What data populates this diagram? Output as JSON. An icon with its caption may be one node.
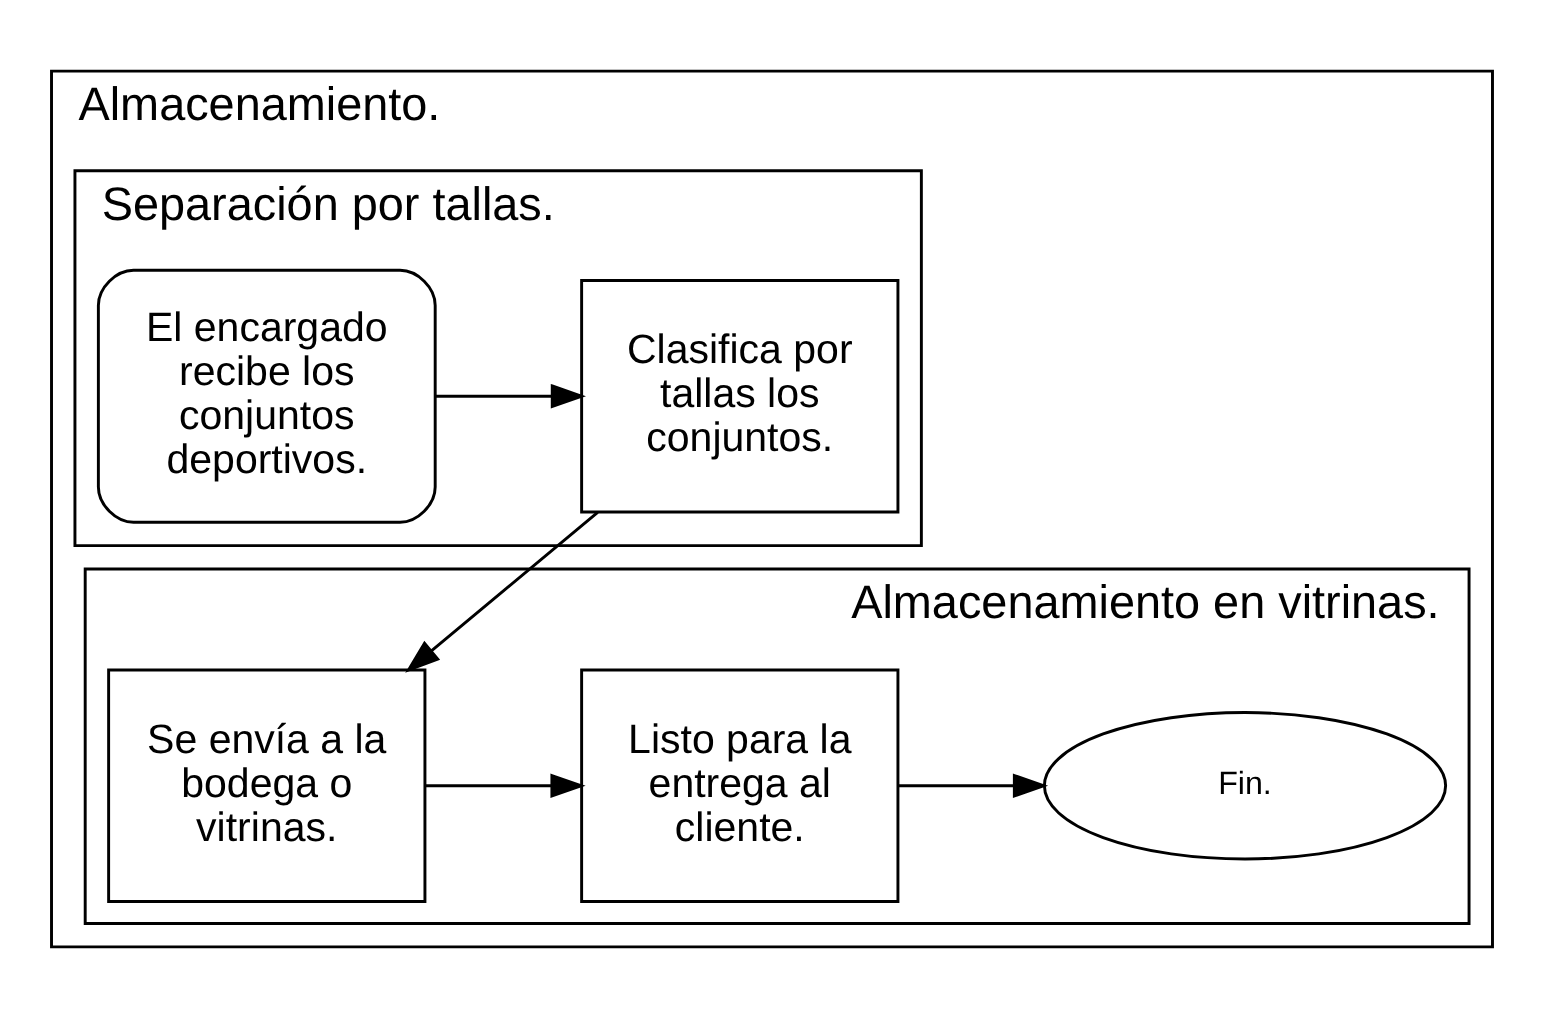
{
  "diagram": {
    "nodes": [
      {
        "text": [
          "Almacenamiento."
        ]
      },
      {
        "text": [
          "Separación por tallas."
        ],
        "in": 0
      },
      {
        "text": [
          "El encargado recibe los conjuntos deportivos."
        ],
        "in": 1
      },
      {
        "text": [
          "Clasifica por tallas los conjuntos."
        ],
        "in": 1
      },
      {
        "text": [
          "Almacenamiento en vitrinas."
        ],
        "in": 0
      },
      {
        "text": [
          "Se envía a la bodega o vitrinas."
        ],
        "in": 4
      },
      {
        "text": [
          "Listo para la entrega al cliente."
        ],
        "in": 4
      },
      {
        "text": [
          "Fin."
        ],
        "in": 4
      }
    ],
    "edges": [
      {
        "from": 2,
        "to": 3,
        "arrow": "to"
      },
      {
        "from": 3,
        "to": 5,
        "arrow": "to"
      },
      {
        "from": 5,
        "to": 6,
        "arrow": "to"
      },
      {
        "from": 6,
        "to": 7,
        "arrow": "to"
      }
    ]
  }
}
